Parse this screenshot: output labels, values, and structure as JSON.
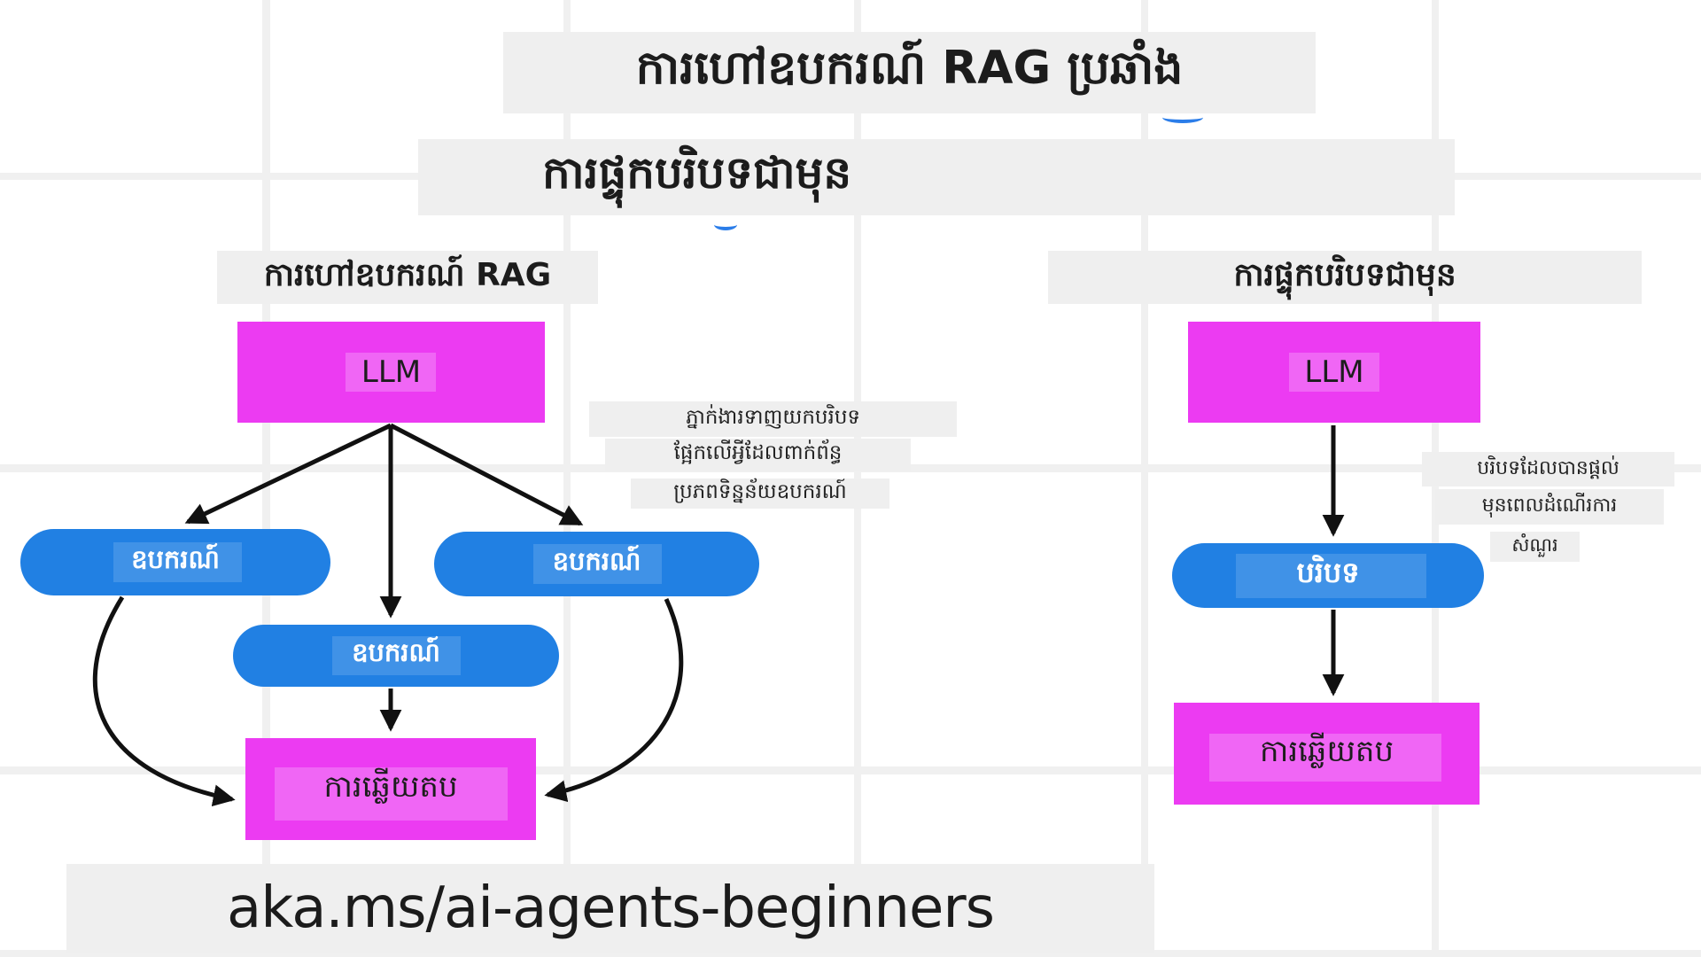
{
  "title": {
    "line1": "ការហៅឧបករណ៍ RAG ប្រឆាំង",
    "line2": "ការផ្ទុកបរិបទជាមុន"
  },
  "left_diagram": {
    "heading": "ការហៅឧបករណ៍ RAG",
    "llm_label": "LLM",
    "tools": [
      "ឧបករណ៍",
      "ឧបករណ៍",
      "ឧបករណ៍"
    ],
    "response_label": "ការឆ្លើយតប",
    "annotation_lines": [
      "ភ្នាក់ងារទាញយកបរិបទ",
      "ផ្អែកលើអ្វីដែលពាក់ព័ន្ធ",
      "ប្រភពទិន្នន័យឧបករណ៍"
    ]
  },
  "right_diagram": {
    "heading": "ការផ្ទុកបរិបទជាមុន",
    "llm_label": "LLM",
    "context_label": "បរិបទ",
    "response_label": "ការឆ្លើយតប",
    "annotation_lines": [
      "បរិបទដែលបានផ្តល់",
      "មុនពេលដំណើរការ",
      "សំណួរ"
    ]
  },
  "footer": {
    "link_text": "aka.ms/ai-agents-beginners"
  },
  "colors": {
    "node_magenta": "#ec3bf2",
    "pill_blue": "#2180e3",
    "overlay_grey": "#efefef",
    "grid_grey": "#f0f0f0",
    "arrow_black": "#111111",
    "spellcheck_blue": "#2b7de9",
    "text_dark": "#1c1c1c",
    "background": "#ffffff"
  }
}
